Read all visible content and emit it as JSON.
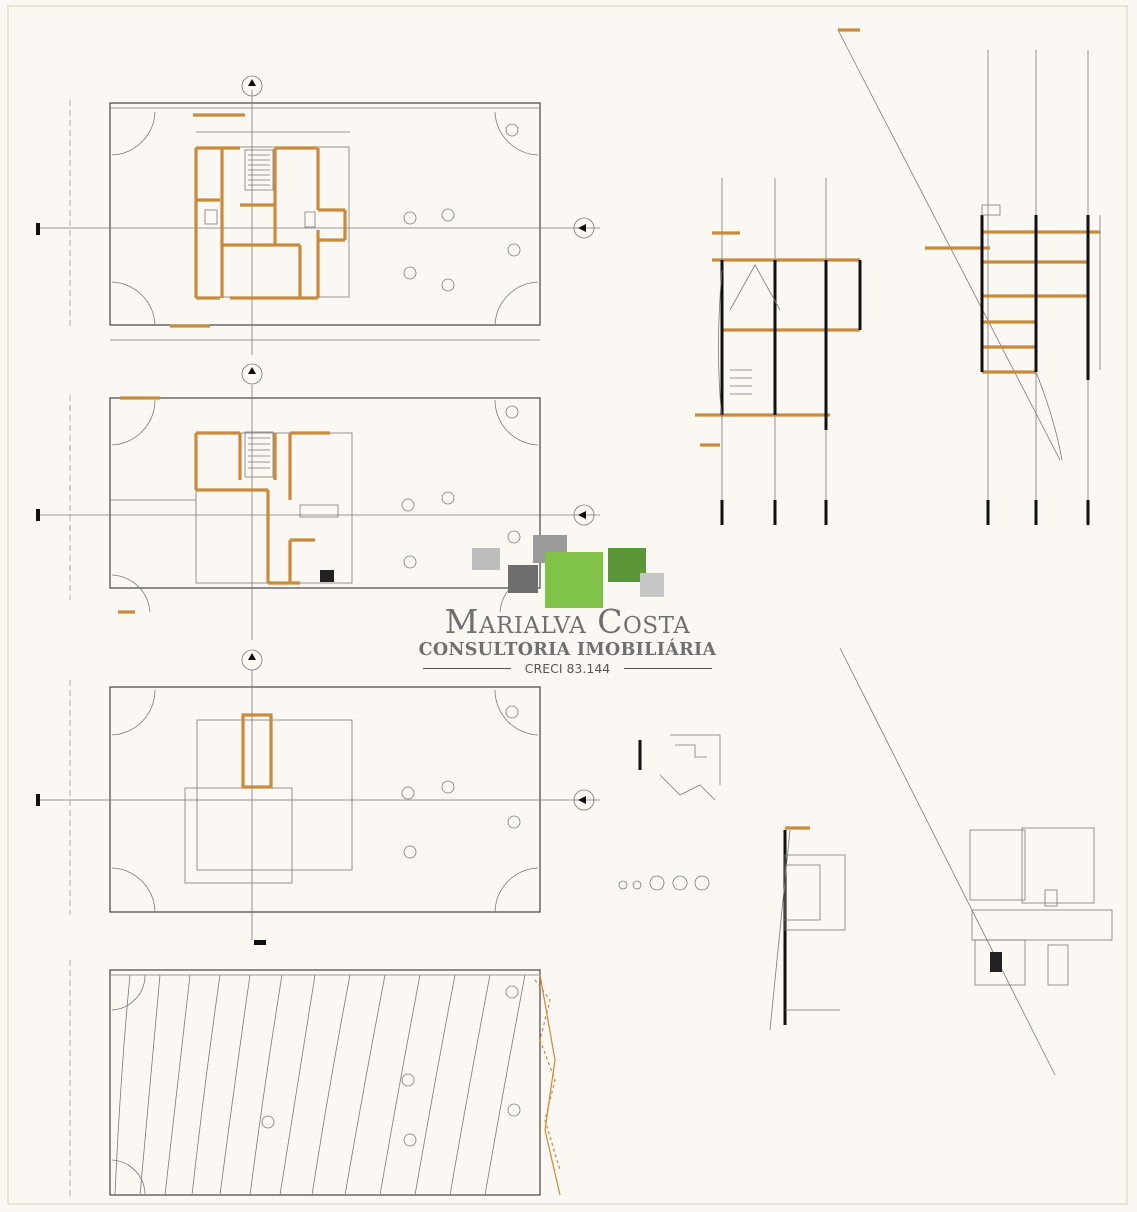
{
  "watermark": {
    "title": "Marialva Costa",
    "subtitle": "CONSULTORIA IMOBILIÁRIA",
    "creci": "CRECI 83.144"
  },
  "colors": {
    "wall": "#c98a3a",
    "line": "#555555",
    "square_dark": "#6e6e6e",
    "square_light": "#bdbdbd",
    "square_green": "#80c24a",
    "square_green_dark": "#5b9638"
  }
}
